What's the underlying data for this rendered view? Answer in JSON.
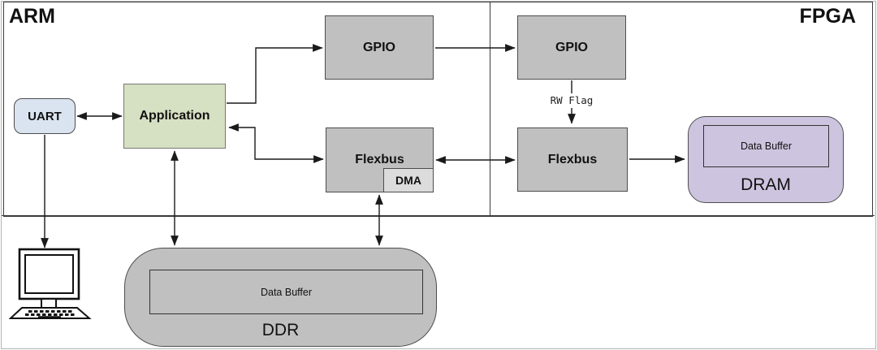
{
  "regions": {
    "arm": {
      "label": "ARM"
    },
    "fpga": {
      "label": "FPGA"
    }
  },
  "nodes": {
    "uart": {
      "label": "UART"
    },
    "application": {
      "label": "Application"
    },
    "arm_gpio": {
      "label": "GPIO"
    },
    "arm_flexbus": {
      "label": "Flexbus"
    },
    "dma": {
      "label": "DMA"
    },
    "fpga_gpio": {
      "label": "GPIO"
    },
    "fpga_flexbus": {
      "label": "Flexbus"
    },
    "dram": {
      "label": "DRAM",
      "buffer": "Data Buffer"
    },
    "ddr": {
      "label": "DDR",
      "buffer": "Data Buffer"
    }
  },
  "annotations": {
    "rw_flag": "RW Flag"
  },
  "icons": {
    "host_pc": "computer-icon"
  },
  "colors": {
    "module_gray": "#c0c0c0",
    "dma_gray": "#dcdcdc",
    "uart_blue": "#dae4f0",
    "application_green": "#d6e0c3",
    "dram_purple": "#cdc4df",
    "box_border": "#4d4d4d",
    "region_border": "#3a3a3a",
    "connector": "#1a1a1a",
    "outer_border": "#b3b3b3"
  }
}
